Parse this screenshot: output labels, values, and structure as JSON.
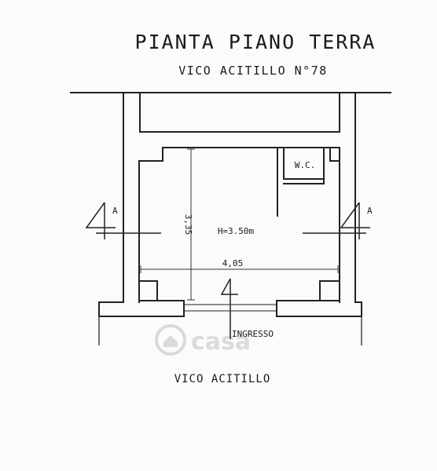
{
  "plan": {
    "title": "PIANTA PIANO TERRA",
    "address": "VICO ACITILLO N°78",
    "wc_label": "W.C.",
    "height_label": "H=3.50m",
    "dim_vertical": "3,35",
    "dim_horizontal": "4,05",
    "section_left": "A",
    "section_right": "A",
    "entrance_label": "INGRESSO",
    "street_label": "VICO ACITILLO",
    "watermark": "casa"
  }
}
